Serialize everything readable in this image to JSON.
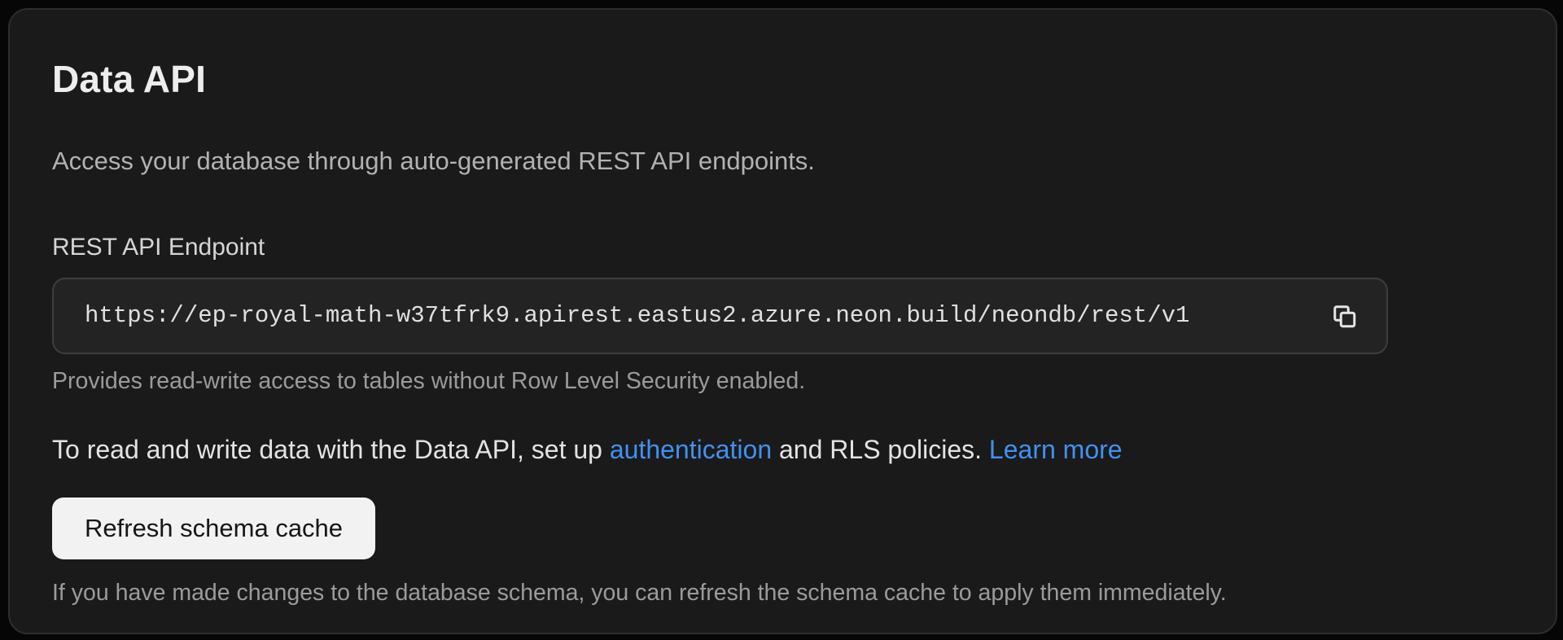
{
  "card": {
    "title": "Data API",
    "description": "Access your database through auto-generated REST API endpoints.",
    "endpoint": {
      "label": "REST API Endpoint",
      "url": "https://ep-royal-math-w37tfrk9.apirest.eastus2.azure.neon.build/neondb/rest/v1",
      "copy_icon": "copy-icon",
      "help": "Provides read-write access to tables without Row Level Security enabled."
    },
    "rls_note": {
      "text_before": "To read and write data with the Data API, set up ",
      "auth_link_label": "authentication",
      "text_middle": " and RLS policies. ",
      "learn_more_label": "Learn more"
    },
    "refresh": {
      "button_label": "Refresh schema cache",
      "help": "If you have made changes to the database schema, you can refresh the schema cache to apply them immediately."
    }
  },
  "colors": {
    "page_bg": "#060606",
    "card_bg": "#1a1a1a",
    "card_border": "#2d2d2d",
    "input_bg": "#232323",
    "input_border": "#3d3d3d",
    "heading_text": "#ededed",
    "body_text": "#e3e3e3",
    "muted_text": "#9b9b9b",
    "label_text": "#d5d5d5",
    "link": "#4191f1",
    "button_bg": "#f2f2f2",
    "button_text": "#161616"
  }
}
